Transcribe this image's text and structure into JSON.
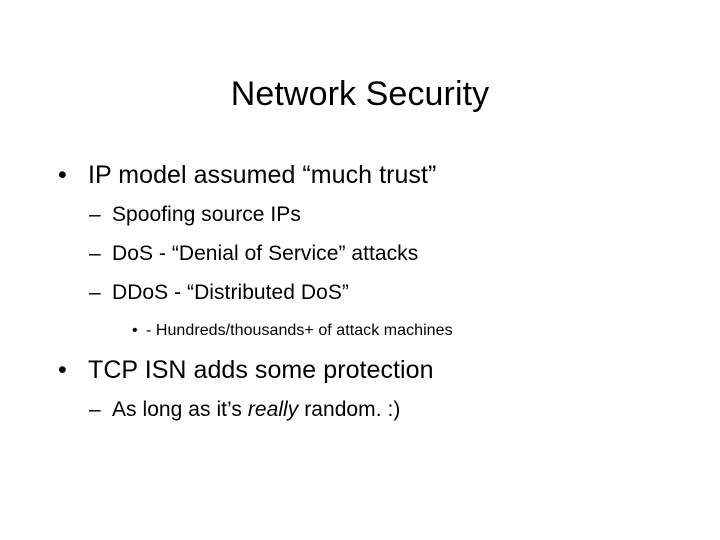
{
  "slide": {
    "title": "Network Security",
    "background_color": "#ffffff",
    "text_color": "#000000",
    "bullets": [
      {
        "level": 1,
        "marker": "•",
        "text": "IP model assumed “much trust”"
      },
      {
        "level": 2,
        "marker": "–",
        "text": "Spoofing source IPs"
      },
      {
        "level": 2,
        "marker": "–",
        "text": "DoS - “Denial of Service” attacks"
      },
      {
        "level": 2,
        "marker": "–",
        "text": "DDoS - “Distributed DoS”"
      },
      {
        "level": 3,
        "marker": "•",
        "text": "- Hundreds/thousands+ of attack machines"
      },
      {
        "level": 1,
        "marker": "•",
        "text": "TCP ISN adds some protection"
      },
      {
        "level": 2,
        "marker": "–",
        "text_before_emphasis": "As long as it’s ",
        "emphasis": "really",
        "text_after_emphasis": " random. :)"
      }
    ]
  }
}
